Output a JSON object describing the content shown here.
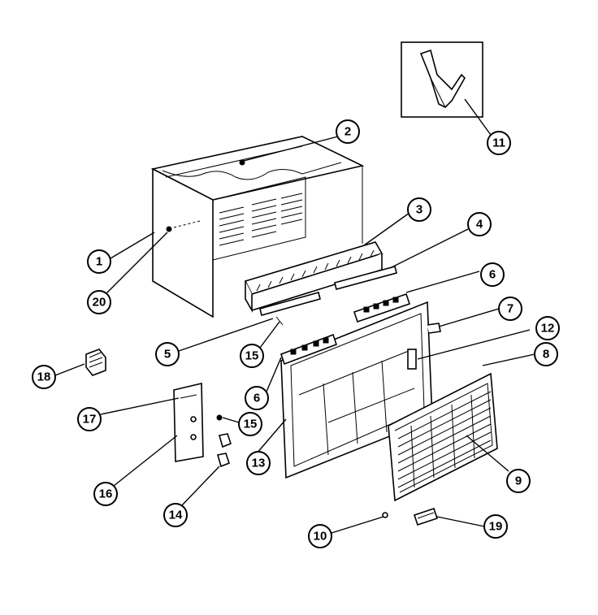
{
  "callouts": [
    {
      "id": "1",
      "label": "1"
    },
    {
      "id": "2",
      "label": "2"
    },
    {
      "id": "3",
      "label": "3"
    },
    {
      "id": "4",
      "label": "4"
    },
    {
      "id": "5",
      "label": "5"
    },
    {
      "id": "6a",
      "label": "6"
    },
    {
      "id": "6b",
      "label": "6"
    },
    {
      "id": "7",
      "label": "7"
    },
    {
      "id": "8",
      "label": "8"
    },
    {
      "id": "9",
      "label": "9"
    },
    {
      "id": "10",
      "label": "10"
    },
    {
      "id": "11",
      "label": "11"
    },
    {
      "id": "12",
      "label": "12"
    },
    {
      "id": "13",
      "label": "13"
    },
    {
      "id": "14",
      "label": "14"
    },
    {
      "id": "15a",
      "label": "15"
    },
    {
      "id": "15b",
      "label": "15"
    },
    {
      "id": "16",
      "label": "16"
    },
    {
      "id": "17",
      "label": "17"
    },
    {
      "id": "18",
      "label": "18"
    },
    {
      "id": "19",
      "label": "19"
    },
    {
      "id": "20",
      "label": "20"
    }
  ]
}
